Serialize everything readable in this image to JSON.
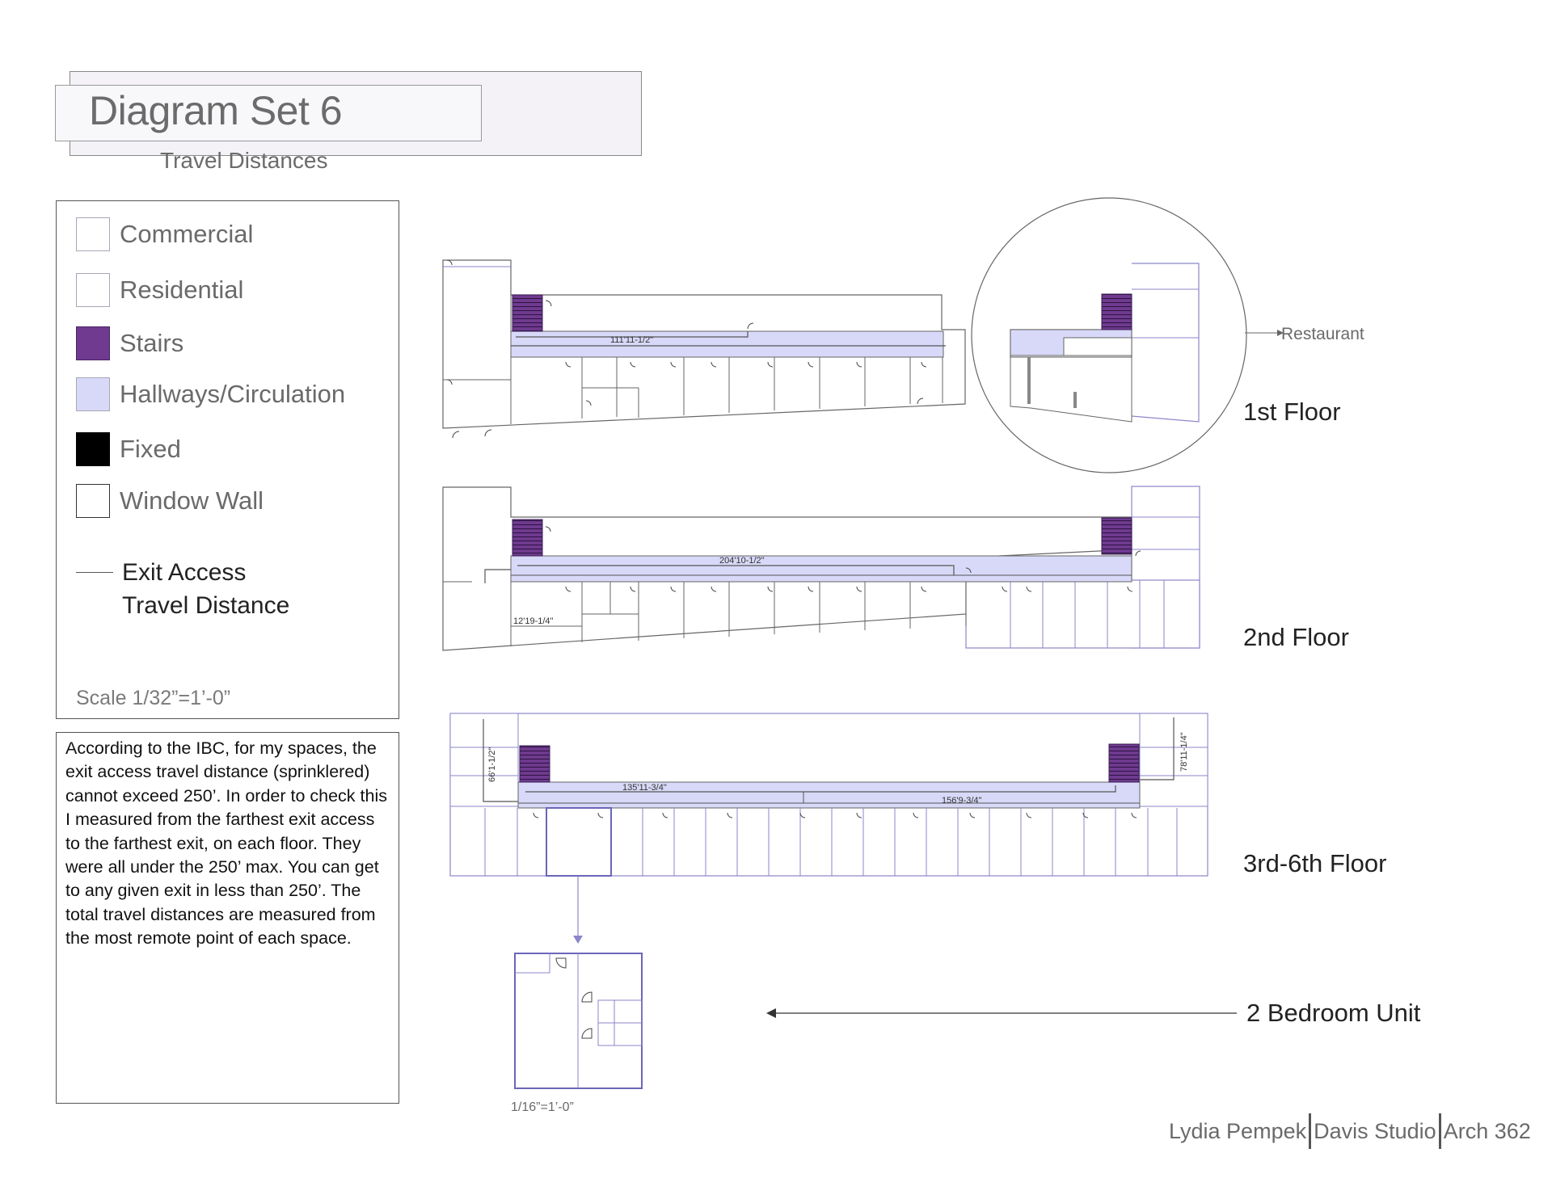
{
  "title": "Diagram Set 6",
  "subtitle": "Travel Distances",
  "legend": {
    "items": [
      {
        "label": "Commercial",
        "color": "#ffffff"
      },
      {
        "label": "Residential",
        "color": "#ffffff"
      },
      {
        "label": "Stairs",
        "color": "#6f3a8f"
      },
      {
        "label": "Hallways/Circulation",
        "color": "#d8d8f8"
      },
      {
        "label": "Fixed",
        "color": "#000000"
      },
      {
        "label": "Window Wall",
        "color": "#ffffff"
      }
    ],
    "exit_line_1": "Exit Access",
    "exit_line_2": "Travel Distance",
    "scale": "Scale 1/32”=1’-0”"
  },
  "note": "According to the IBC, for my spaces, the exit access travel distance (sprinklered) cannot exceed 250’. In order to check this I measured from the farthest exit access to the farthest exit, on each floor. They were all under the 250’ max. You can get to any given exit in less than 250’.  The total travel distances are measured from the most remote point of each space.",
  "floors": {
    "first": "1st Floor",
    "second": "2nd Floor",
    "third": "3rd-6th Floor",
    "unit": "2 Bedroom Unit"
  },
  "restaurant": "Restaurant",
  "dimensions": {
    "f1_hall": "111'11-1/2\"",
    "f2_hall": "204'10-1/2\"",
    "f2_side": "12'19-1/4\"",
    "f3_left_vert": "66'1-1/2\"",
    "f3_left_hall": "135'11-3/4\"",
    "f3_right_hall": "156'9-3/4\"",
    "f3_right_vert": "78'11-1/4\""
  },
  "unit_scale": "1/16”=1’-0”",
  "credit": {
    "name": "Lydia Pempek",
    "studio": "Davis Studio",
    "course": "Arch 362"
  },
  "colors": {
    "stairs": "#6f3a8f",
    "hallway": "#d8d8f8",
    "outline": "#8b86c8",
    "wall": "#666666"
  }
}
